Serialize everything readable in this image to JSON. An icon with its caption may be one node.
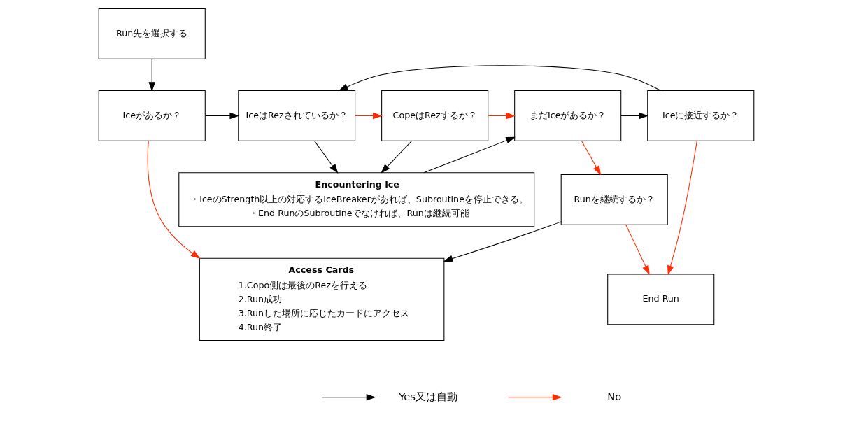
{
  "diagram": {
    "nodes": [
      {
        "text": [
          "Run先を選択する"
        ]
      },
      {
        "text": [
          "Iceがあるか？"
        ]
      },
      {
        "text": [
          "Iceに接近するか？"
        ]
      },
      {
        "text": [
          "IceはRezされているか？"
        ]
      },
      {
        "text": [
          "CopeはRezするか？"
        ]
      },
      {
        "text": [
          "まだIceがあるか？"
        ]
      },
      {
        "text": [
          "End Run"
        ]
      },
      {
        "text": [
          "Encountering Ice",
          "・IceのStrength以上の対応するIceBreakerがあれば、Subroutineを停止できる。",
          "・End RunのSubroutineでなければ、Runは継続可能"
        ]
      },
      {
        "text": [
          "Access Cards",
          "1.Copo側は最後のRezを行える",
          "2.Run成功",
          "3.Runした場所に応じたカードにアクセス",
          "4.Run終了"
        ]
      },
      {
        "text": [
          "Runを継続するか？"
        ]
      }
    ],
    "edges": [
      {
        "from": 0,
        "to": 1,
        "arrow": "to"
      },
      {
        "from": 1,
        "to": 3,
        "arrow": "to"
      },
      {
        "from": 1,
        "to": 8,
        "arrow": "to",
        "color": "#ff2a00"
      },
      {
        "from": 2,
        "to": 3,
        "arrow": "to"
      },
      {
        "from": 2,
        "to": 6,
        "arrow": "to",
        "color": "#ff2a00"
      },
      {
        "from": 3,
        "to": 4,
        "arrow": "to",
        "color": "#ff2a00"
      },
      {
        "from": 3,
        "to": 7,
        "arrow": "to"
      },
      {
        "from": 4,
        "to": 7,
        "arrow": "to"
      },
      {
        "from": 4,
        "to": 5,
        "arrow": "to",
        "color": "#ff2a00"
      },
      {
        "from": 5,
        "to": 2,
        "arrow": "to"
      },
      {
        "from": 5,
        "to": 9,
        "arrow": "to",
        "color": "#ff2a00"
      },
      {
        "from": 7,
        "to": 5,
        "arrow": "to"
      },
      {
        "from": 9,
        "to": 6,
        "arrow": "to",
        "color": "#ff2a00"
      },
      {
        "from": 9,
        "to": 8,
        "arrow": "to"
      }
    ],
    "legend": [
      {
        "text": "Yes又は自動"
      },
      {
        "text": "No"
      }
    ]
  }
}
